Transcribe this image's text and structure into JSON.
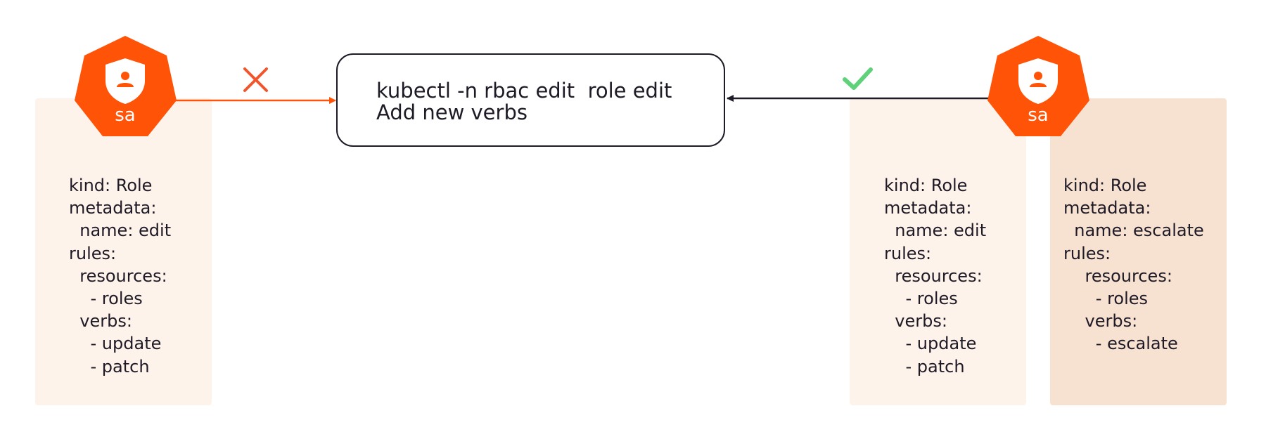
{
  "command": {
    "line1": "kubectl -n rbac edit  role edit",
    "line2": "Add new verbs"
  },
  "left_actor": {
    "label": "sa",
    "icon": "user-shield-icon",
    "result_icon": "cross-icon",
    "result": "denied"
  },
  "right_actor": {
    "label": "sa",
    "icon": "user-shield-icon",
    "result_icon": "check-icon",
    "result": "allowed"
  },
  "left_role": "kind: Role\nmetadata:\n  name: edit\nrules:\n  resources:\n    - roles\n  verbs:\n    - update\n    - patch",
  "right_role_edit": "kind: Role\nmetadata:\n  name: edit\nrules:\n  resources:\n    - roles\n  verbs:\n    - update\n    - patch",
  "right_role_escalate": "kind: Role\nmetadata:\n  name: escalate\nrules:\n    resources:\n      - roles\n    verbs:\n      - escalate",
  "colors": {
    "accent": "#ff5307",
    "panel_light": "#fef3ea",
    "panel_dark": "#f7e1d1",
    "dark": "#1e1a26",
    "cross": "#f1552b",
    "check": "#5fd17b"
  }
}
